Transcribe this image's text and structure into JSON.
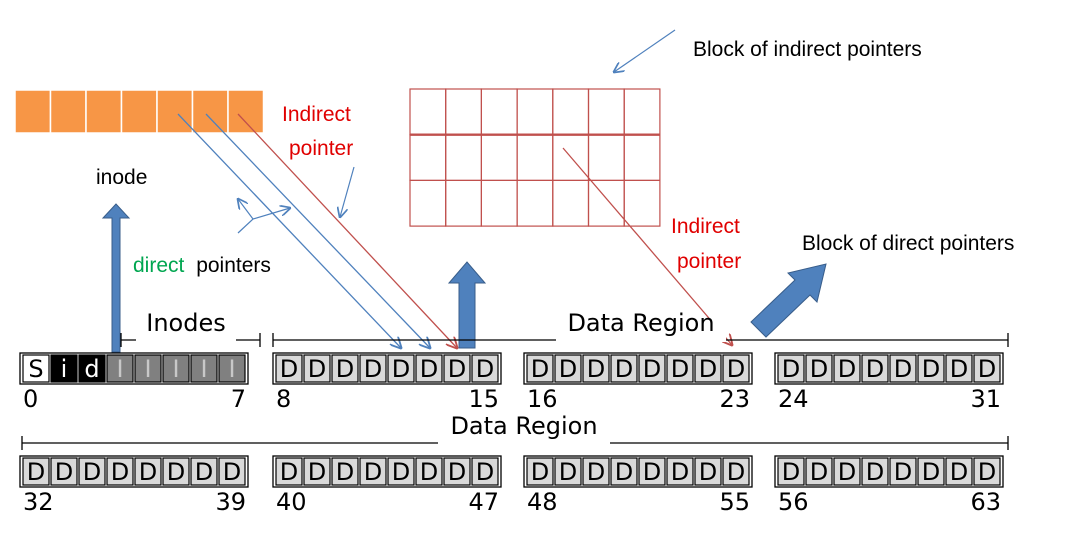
{
  "labels": {
    "block_of_indirect_pointers": "Block of indirect pointers",
    "indirect_pointer_line1": "Indirect",
    "indirect_pointer_line2": "pointer",
    "inode": "inode",
    "direct_word": "direct",
    "pointers_word": "pointers",
    "indirect_pointer2_line1": "Indirect",
    "indirect_pointer2_line2": "pointer",
    "block_of_direct_pointers": "Block of direct pointers"
  },
  "disk": {
    "inodes_label": "Inodes",
    "data_region_label_1": "Data Region",
    "data_region_label_2": "Data Region",
    "row1_numbers": [
      "0",
      "7",
      "8",
      "15",
      "16",
      "23",
      "24",
      "31"
    ],
    "row2_numbers": [
      "32",
      "39",
      "40",
      "47",
      "48",
      "55",
      "56",
      "63"
    ],
    "superblock": "S",
    "inode_bitmap": "i",
    "data_bitmap": "d",
    "inode_block": "I",
    "data_block": "D"
  },
  "colors": {
    "inode_fill": "#f79646",
    "indirect_block": "#c0504d",
    "red_text": "#e00000",
    "green_text": "#00a650",
    "direct_pointer_line": "#4f81bd",
    "indirect_pointer_line": "#c0504d",
    "big_arrow": "#4f81bd",
    "inode_region_block": "#808080",
    "data_block_fill": "#d9d9d9",
    "black_block": "#000000"
  }
}
